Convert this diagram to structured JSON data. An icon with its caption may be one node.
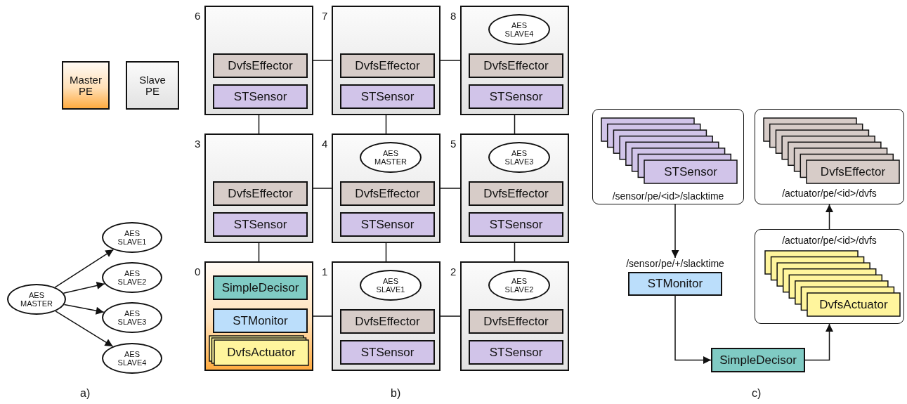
{
  "diagram": {
    "nodes": [
      {
        "text": [
          "Master PE"
        ]
      },
      {
        "text": [
          "Slave PE"
        ]
      },
      {
        "text": [
          "AES MASTER"
        ]
      },
      {
        "text": [
          "AES SLAVE1"
        ]
      },
      {
        "text": [
          "AES SLAVE2"
        ]
      },
      {
        "text": [
          "AES SLAVE3"
        ]
      },
      {
        "text": [
          "AES SLAVE4"
        ]
      },
      {
        "text": [
          "6"
        ]
      },
      {
        "text": [
          "DvfsEffector"
        ],
        "in": 7
      },
      {
        "text": [
          "STSensor"
        ],
        "in": 7
      },
      {
        "text": [
          "7"
        ]
      },
      {
        "text": [
          "DvfsEffector"
        ],
        "in": 10
      },
      {
        "text": [
          "STSensor"
        ],
        "in": 10
      },
      {
        "text": [
          "8"
        ]
      },
      {
        "text": [
          "AES SLAVE4"
        ],
        "in": 13
      },
      {
        "text": [
          "DvfsEffector"
        ],
        "in": 13
      },
      {
        "text": [
          "STSensor"
        ],
        "in": 13
      },
      {
        "text": [
          "3"
        ]
      },
      {
        "text": [
          "DvfsEffector"
        ],
        "in": 17
      },
      {
        "text": [
          "STSensor"
        ],
        "in": 17
      },
      {
        "text": [
          "4"
        ]
      },
      {
        "text": [
          "AES MASTER"
        ],
        "in": 20
      },
      {
        "text": [
          "DvfsEffector"
        ],
        "in": 20
      },
      {
        "text": [
          "STSensor"
        ],
        "in": 20
      },
      {
        "text": [
          "5"
        ]
      },
      {
        "text": [
          "AES SLAVE3"
        ],
        "in": 24
      },
      {
        "text": [
          "DvfsEffector"
        ],
        "in": 24
      },
      {
        "text": [
          "STSensor"
        ],
        "in": 24
      },
      {
        "text": [
          "0"
        ]
      },
      {
        "text": [
          "SimpleDecisor"
        ],
        "in": 28
      },
      {
        "text": [
          "STMonitor"
        ],
        "in": 28
      },
      {
        "text": [
          "DvfsActuator"
        ],
        "in": 28
      },
      {
        "text": [
          "1"
        ]
      },
      {
        "text": [
          "AES SLAVE1"
        ],
        "in": 32
      },
      {
        "text": [
          "DvfsEffector"
        ],
        "in": 32
      },
      {
        "text": [
          "STSensor"
        ],
        "in": 32
      },
      {
        "text": [
          "2"
        ]
      },
      {
        "text": [
          "AES SLAVE2"
        ],
        "in": 36
      },
      {
        "text": [
          "DvfsEffector"
        ],
        "in": 36
      },
      {
        "text": [
          "STSensor"
        ],
        "in": 36
      },
      {
        "text": [
          "/sensor/pe/<id>/slacktime"
        ]
      },
      {
        "text": [
          "STSensor"
        ],
        "in": 40
      },
      {
        "text": [
          "/actuator/pe/<id>/dvfs"
        ]
      },
      {
        "text": [
          "DvfsEffector"
        ],
        "in": 42
      },
      {
        "text": [
          "STMonitor"
        ],
        "beside": [
          "/sensor/pe/+/slacktime"
        ]
      },
      {
        "text": [
          "SimpleDecisor"
        ]
      },
      {
        "text": [
          "/actuator/pe/<id>/dvfs"
        ]
      },
      {
        "text": [
          "DvfsActuator"
        ],
        "in": 46
      }
    ],
    "edges": [
      {
        "from": 2,
        "to": 3,
        "arrow": "to"
      },
      {
        "from": 2,
        "to": 4,
        "arrow": "to"
      },
      {
        "from": 2,
        "to": 5,
        "arrow": "to"
      },
      {
        "from": 2,
        "to": 6,
        "arrow": "to"
      },
      {
        "from": 7,
        "to": 10,
        "arrow": "none"
      },
      {
        "from": 10,
        "to": 13,
        "arrow": "none"
      },
      {
        "from": 7,
        "to": 17,
        "arrow": "none"
      },
      {
        "from": 10,
        "to": 20,
        "arrow": "none"
      },
      {
        "from": 13,
        "to": 24,
        "arrow": "none"
      },
      {
        "from": 17,
        "to": 20,
        "arrow": "none"
      },
      {
        "from": 20,
        "to": 24,
        "arrow": "none"
      },
      {
        "from": 17,
        "to": 28,
        "arrow": "none"
      },
      {
        "from": 20,
        "to": 32,
        "arrow": "none"
      },
      {
        "from": 24,
        "to": 36,
        "arrow": "none"
      },
      {
        "from": 28,
        "to": 32,
        "arrow": "none"
      },
      {
        "from": 32,
        "to": 36,
        "arrow": "none"
      },
      {
        "from": 40,
        "to": 44,
        "arrow": "to"
      },
      {
        "from": 44,
        "to": 45,
        "arrow": "to"
      },
      {
        "from": 45,
        "to": 46,
        "arrow": "to"
      },
      {
        "from": 46,
        "to": 42,
        "arrow": "to"
      }
    ],
    "labels": [
      "a)",
      "b)",
      "c)"
    ]
  }
}
